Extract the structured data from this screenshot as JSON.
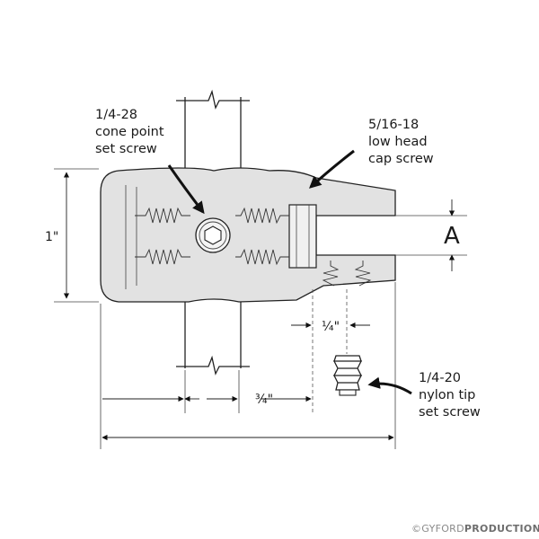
{
  "callouts": {
    "cone_screw": [
      "1/4-28",
      "cone point",
      "set screw"
    ],
    "cap_screw": [
      "5/16-18",
      "low head",
      "cap screw"
    ],
    "nylon_screw": [
      "1/4-20",
      "nylon tip",
      "set screw"
    ]
  },
  "dimensions": {
    "height": "1\"",
    "gap": "A",
    "quarter": "¼\"",
    "three_quarter": "¾\""
  },
  "credit": {
    "prefix": "©GYFORD",
    "name": "PRODUCTIONS"
  }
}
